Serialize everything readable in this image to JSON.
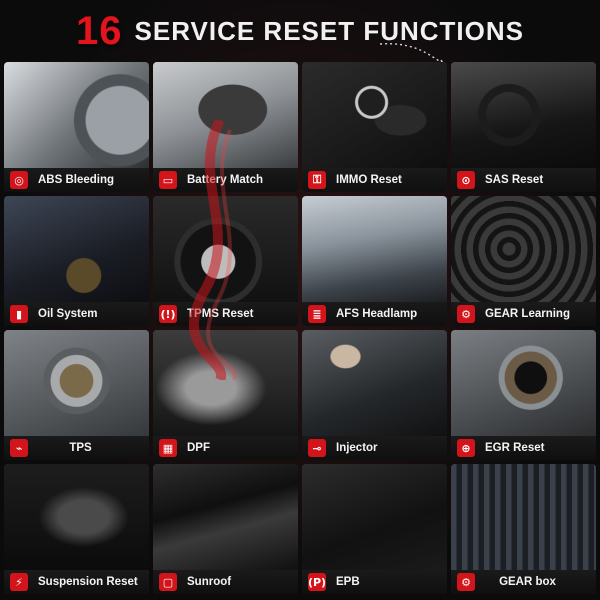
{
  "header": {
    "number": "16",
    "title": "SERVICE RESET FUNCTIONS"
  },
  "colors": {
    "accent": "#e3141b",
    "icon_bg": "#d4141b",
    "label": "#f4f4f4",
    "background": "#0b0b0c"
  },
  "tiles": [
    {
      "label": "ABS Bleeding",
      "icon": "abs-icon"
    },
    {
      "label": "Battery Match",
      "icon": "battery-icon"
    },
    {
      "label": "IMMO Reset",
      "icon": "key-car-icon"
    },
    {
      "label": "SAS Reset",
      "icon": "steering-wheel-icon"
    },
    {
      "label": "Oil System",
      "icon": "oil-can-icon"
    },
    {
      "label": "TPMS Reset",
      "icon": "tire-pressure-icon"
    },
    {
      "label": "AFS Headlamp",
      "icon": "headlamp-icon"
    },
    {
      "label": "GEAR Learning",
      "icon": "gear-icon"
    },
    {
      "label": "TPS",
      "icon": "throttle-icon"
    },
    {
      "label": "DPF",
      "icon": "dpf-icon"
    },
    {
      "label": "Injector",
      "icon": "injector-icon"
    },
    {
      "label": "EGR Reset",
      "icon": "egr-icon"
    },
    {
      "label": "Suspension Reset",
      "icon": "suspension-icon"
    },
    {
      "label": "Sunroof",
      "icon": "sunroof-icon"
    },
    {
      "label": "EPB",
      "icon": "parking-brake-icon"
    },
    {
      "label": "GEAR box",
      "icon": "gearbox-icon"
    }
  ]
}
